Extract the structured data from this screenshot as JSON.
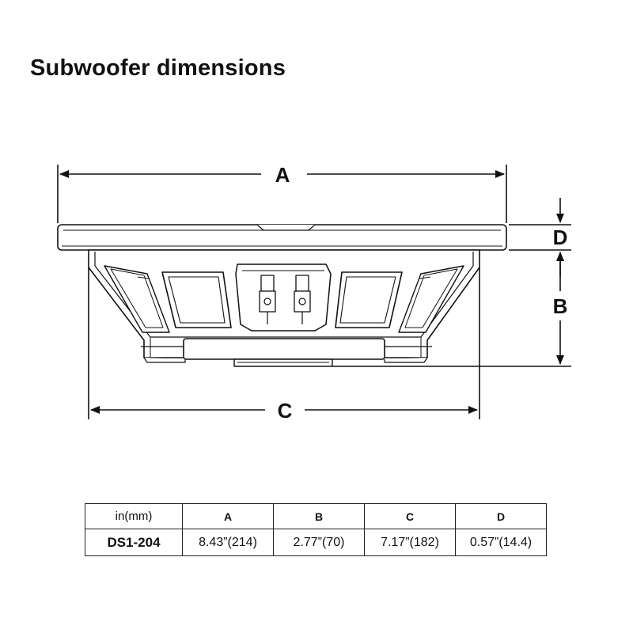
{
  "title": "Subwoofer dimensions",
  "labels": {
    "a": "A",
    "b": "B",
    "c": "C",
    "d": "D"
  },
  "table": {
    "unit_header": "in(mm)",
    "headers": [
      "A",
      "B",
      "C",
      "D"
    ],
    "rows": [
      {
        "model": "DS1-204",
        "values": [
          "8.43”(214)",
          "2.77”(70)",
          "7.17”(182)",
          "0.57”(14.4)"
        ]
      }
    ]
  }
}
